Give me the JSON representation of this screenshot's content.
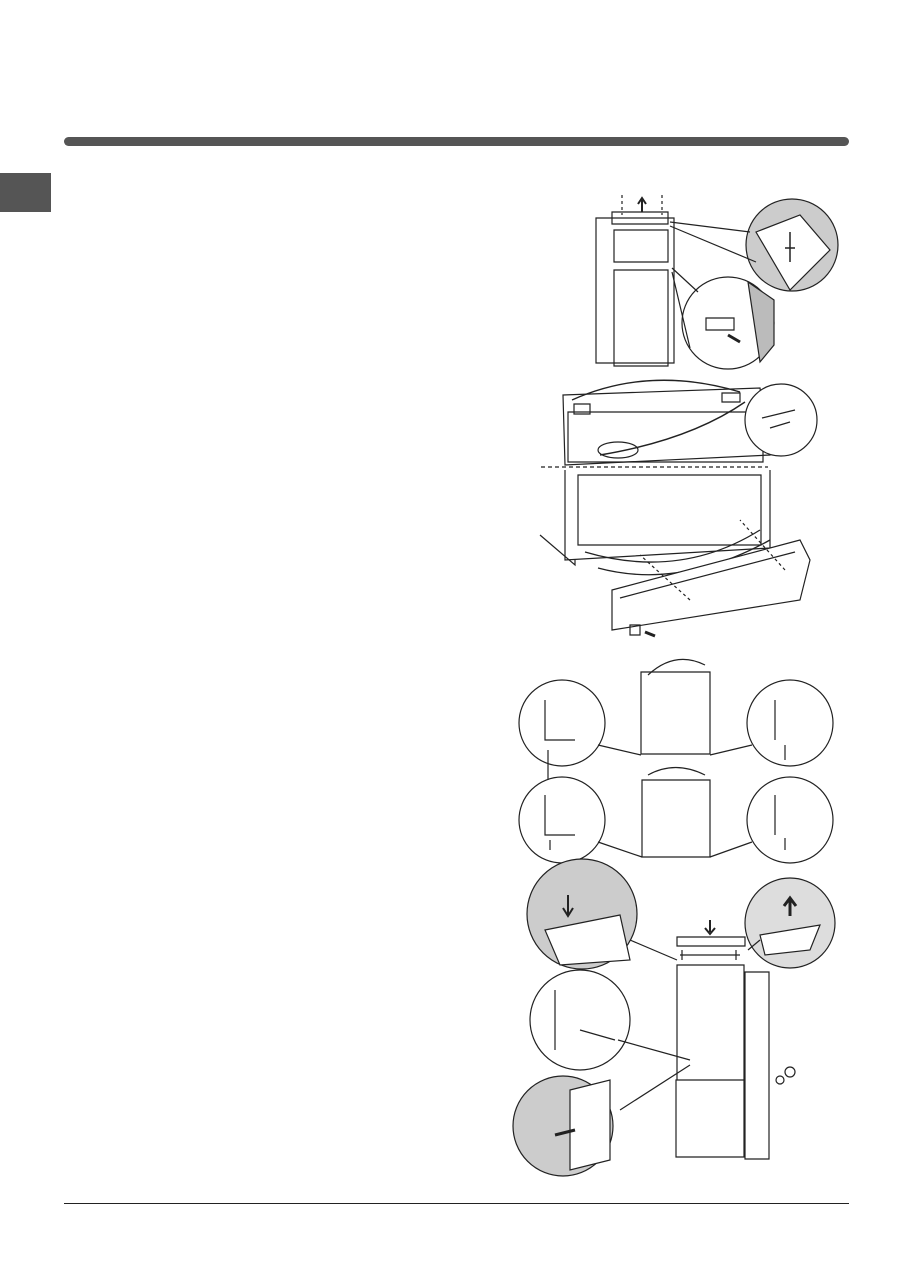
{
  "page": {
    "colors": {
      "header_bar": "#555555",
      "side_tab": "#555555",
      "footer_rule": "#222222",
      "line_art": "#222222",
      "detail_shade": "#bdbdbd"
    }
  },
  "figures": [
    {
      "icon": "fridge-door-top-hinge-removal-illustration"
    },
    {
      "icon": "panel-and-plinth-removal-illustration"
    },
    {
      "icon": "door-hinge-reversal-illustration"
    },
    {
      "icon": "door-reinstall-illustration"
    }
  ]
}
